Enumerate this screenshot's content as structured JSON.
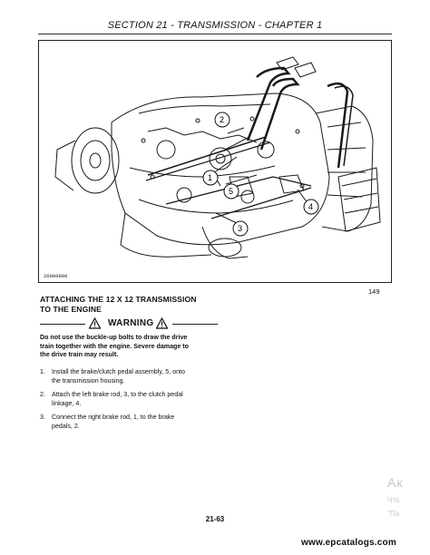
{
  "header": {
    "title": "SECTION 21 - TRANSMISSION - CHAPTER 1"
  },
  "figure": {
    "code": "20000906",
    "number": "149",
    "callouts": [
      "1",
      "2",
      "3",
      "4",
      "5"
    ]
  },
  "section": {
    "title_line1": "ATTACHING THE 12 X 12 TRANSMISSION",
    "title_line2": "TO THE ENGINE"
  },
  "warning": {
    "label": "WARNING",
    "text_line1": "Do not use the buckle-up bolts to draw the drive",
    "text_line2": "train together with the engine. Severe damage to",
    "text_line3": "the drive train may result."
  },
  "steps": [
    {
      "num": "1.",
      "line1": "Install the brake/clutch pedal assembly, 5, onto",
      "line2": "the transmission housing."
    },
    {
      "num": "2.",
      "line1": "Attach the left brake rod, 3, to the clutch pedal",
      "line2": "linkage, 4."
    },
    {
      "num": "3.",
      "line1": "Connect the right brake rod, 1, to the brake",
      "line2": "pedals, 2."
    }
  ],
  "footer": {
    "page": "21-63",
    "site": "www.epcatalogs.com"
  },
  "watermark": {
    "line1": "Ак",
    "line2": "Что",
    "line3": "\"Па"
  }
}
